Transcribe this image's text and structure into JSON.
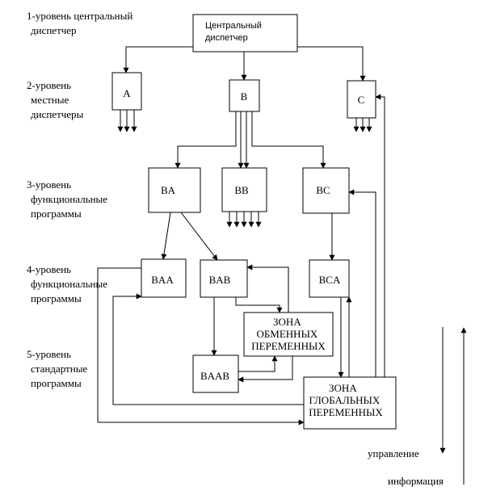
{
  "levels": {
    "l1": [
      "1-уровень центральный",
      "диспетчер"
    ],
    "l2": [
      "2-уровень",
      "местные",
      "диспетчеры"
    ],
    "l3": [
      "3-уровень",
      "функциональные",
      "программы"
    ],
    "l4": [
      "4-уровень",
      "функциональные",
      "программы"
    ],
    "l5": [
      "5-уровень",
      "стандартные",
      "программы"
    ]
  },
  "boxes": {
    "central": [
      "Центральный",
      "диспетчер"
    ],
    "a": "A",
    "b": "B",
    "c": "C",
    "ba": "BA",
    "bb": "BB",
    "bc": "BC",
    "baa": "BAA",
    "bab": "BAB",
    "bca": "BCA",
    "baab": "BAAB",
    "exchange_zone": [
      "ЗОНА",
      "ОБМЕННЫХ",
      "ПЕРЕМЕННЫХ"
    ],
    "global_zone": [
      "ЗОНА",
      "ГЛОБАЛЬНЫХ",
      "ПЕРЕМЕННЫХ"
    ]
  },
  "legend": {
    "control": "управление",
    "information": "информация"
  }
}
